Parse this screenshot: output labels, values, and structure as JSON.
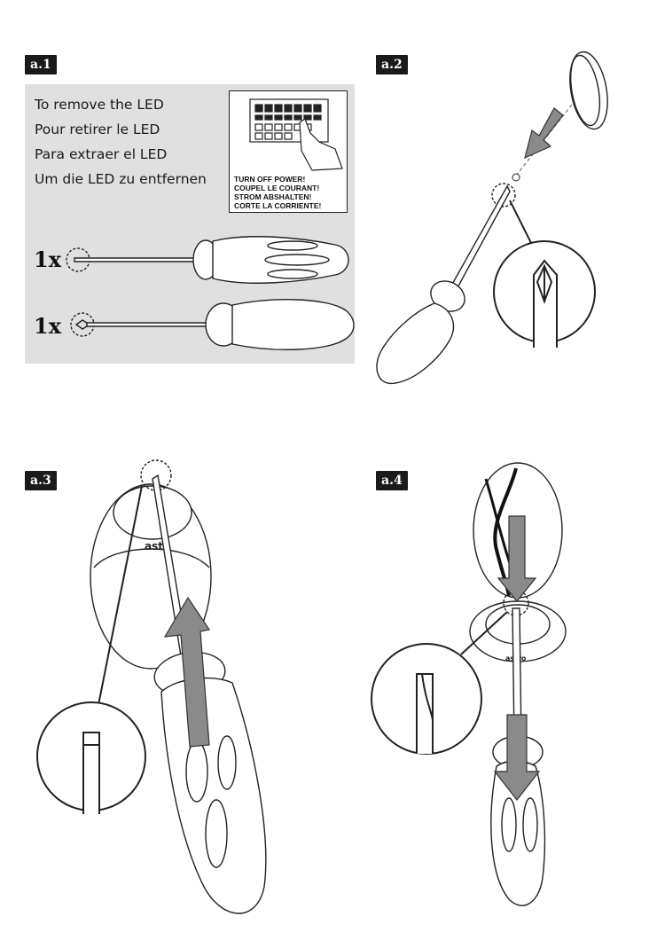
{
  "steps": {
    "a1": "a.1",
    "a2": "a.2",
    "a3": "a.3",
    "a4": "a.4"
  },
  "instructions": [
    "To remove the LED",
    "Pour retirer le LED",
    "Para extraer el LED",
    "Um die LED zu entfernen"
  ],
  "warning": [
    "TURN OFF POWER!",
    "COUPEL LE COURANT!",
    "STROM ABSHALTEN!",
    "CORTE LA CORRIENTE!"
  ],
  "tools": {
    "flat_qty": "1x",
    "phillips_qty": "1x"
  },
  "brand": {
    "a3": "astr",
    "a4": "astro"
  },
  "colors": {
    "panel_grey": "#e0e0e0",
    "arrow_grey": "#8a8a8a",
    "label_bg": "#1a1a1a"
  }
}
